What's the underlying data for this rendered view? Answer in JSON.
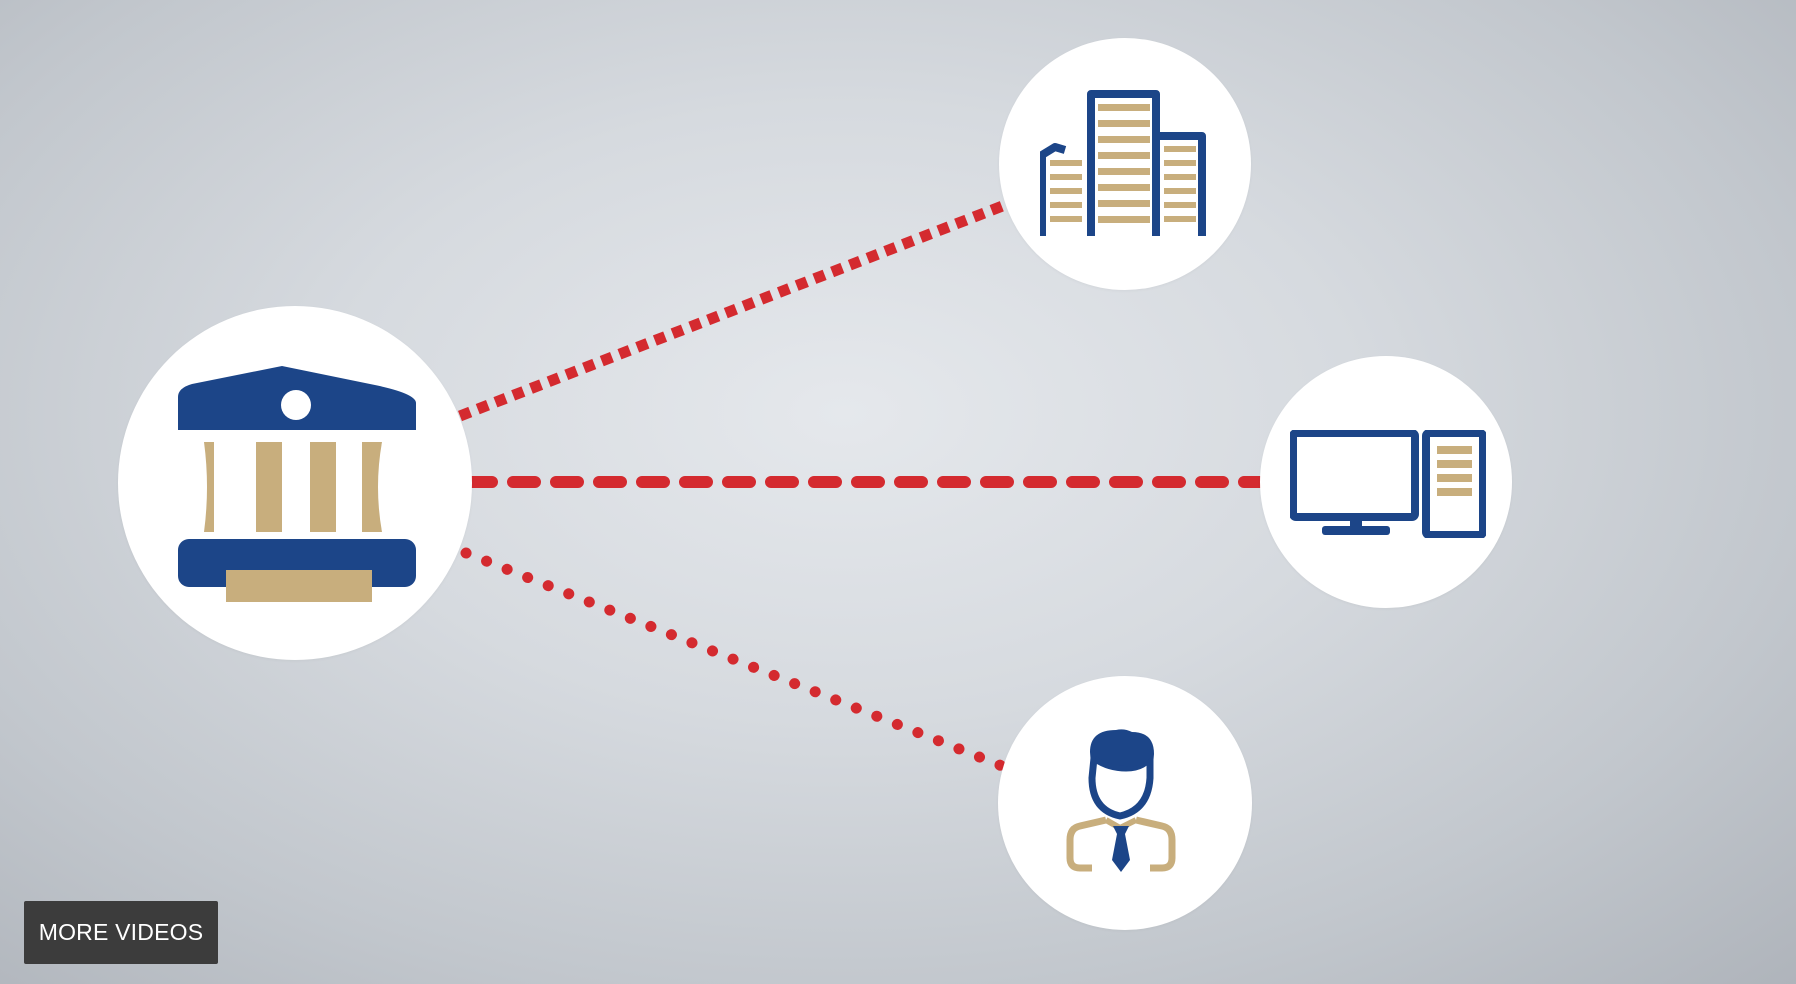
{
  "player": {
    "more_videos_label": "MORE VIDEOS"
  },
  "colors": {
    "navy": "#1c4588",
    "gold": "#c8ae7d",
    "connector_red": "#d42a2f",
    "node_fill": "#ffffff",
    "button_bg": "#3c3c3c",
    "button_text": "#ffffff"
  },
  "diagram": {
    "center_node": {
      "icon": "bank-icon"
    },
    "connections": [
      {
        "target_icon": "office-buildings-icon",
        "line_style": "short-dash"
      },
      {
        "target_icon": "desktop-computer-icon",
        "line_style": "long-dash"
      },
      {
        "target_icon": "businessman-icon",
        "line_style": "dotted"
      }
    ]
  }
}
